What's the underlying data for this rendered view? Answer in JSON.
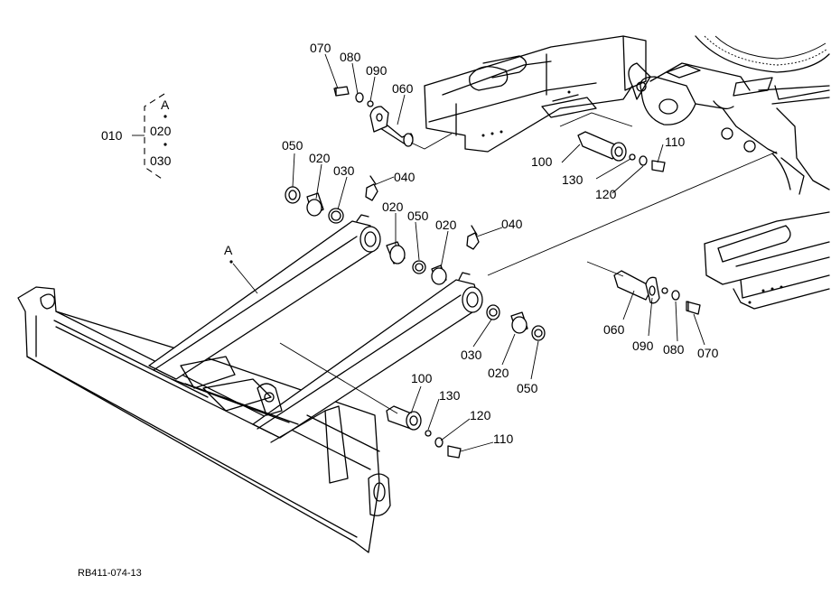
{
  "reference": "RB411-074-13",
  "legend": {
    "group": "010",
    "marker": "A",
    "items": [
      "020",
      "030"
    ]
  },
  "assembly_marker": "A",
  "callouts": {
    "pin_top": "070",
    "washer_top": "080",
    "ring_top": "090",
    "pin_main_top": "060",
    "seal_left": "050",
    "bush_left": "020",
    "ring_left": "030",
    "grease_left": "040",
    "bush_mid_a": "020",
    "seal_mid": "050",
    "bush_mid_b": "020",
    "grease_right": "040",
    "pin_upper": "100",
    "oring_upper": "130",
    "washer_upper": "120",
    "bolt_upper": "110",
    "pin_main_right": "060",
    "ring_right": "090",
    "washer_right": "080",
    "bolt_right": "070",
    "ring_lower": "030",
    "bush_lower": "020",
    "seal_lower": "050",
    "pin_lower": "100",
    "oring_lower": "130",
    "washer_lower": "120",
    "bolt_lower": "110"
  }
}
